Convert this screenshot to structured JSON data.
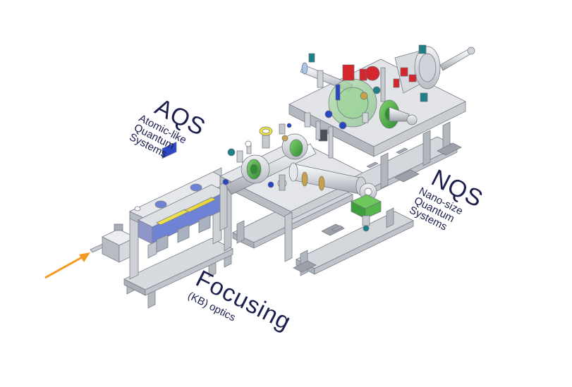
{
  "labels": {
    "aqs": {
      "title": "AQS",
      "lines": [
        "Atomic-like",
        "Quantum",
        "Systems"
      ]
    },
    "nqs": {
      "title": "NQS",
      "lines": [
        "Nano-size",
        "Quantum",
        "Systems"
      ]
    },
    "focusing": {
      "title": "Focusing",
      "line": "(KB) optics"
    }
  },
  "colors": {
    "beam_arrow": "#f39a22",
    "text": "#1c1f4e",
    "frame": "#c9ccd2",
    "frame_dark": "#9da2ab",
    "green": "#4fb848",
    "red": "#d4262c",
    "yellow": "#f2e23a",
    "blue": "#2746c2",
    "teal": "#1f7f86",
    "mirror_chamber": "#6f83d6"
  }
}
